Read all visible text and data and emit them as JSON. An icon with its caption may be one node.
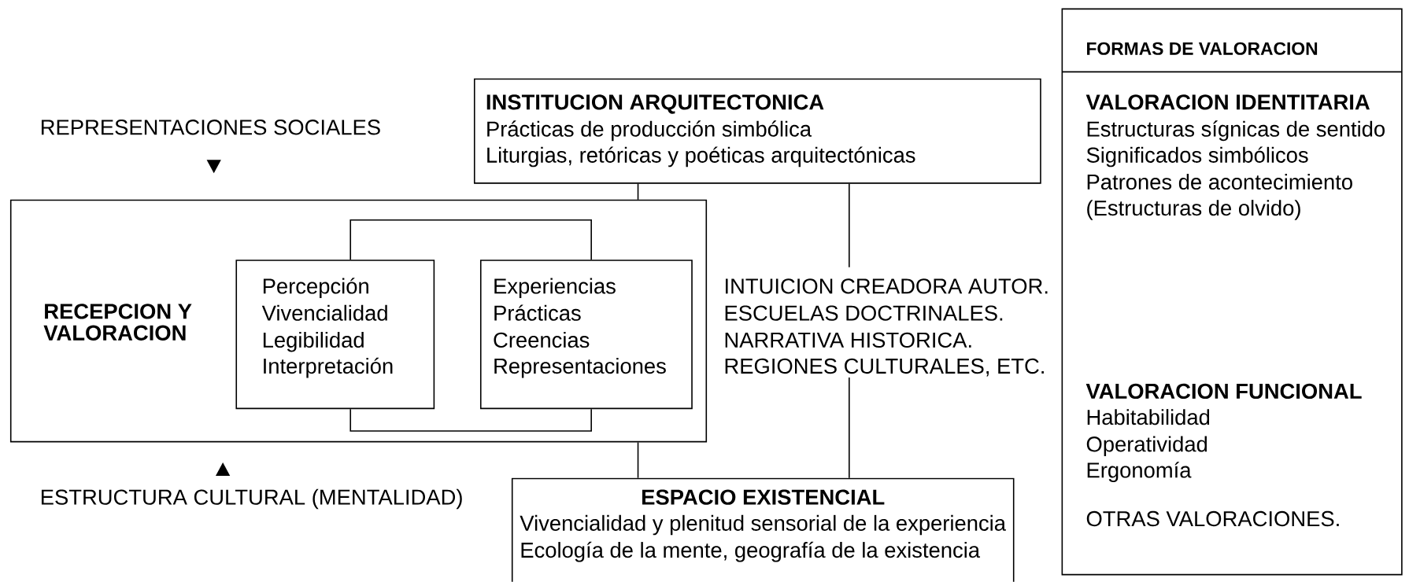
{
  "diagram": {
    "nodes": [
      {
        "text": [
          "INSTITUCION ARQUITECTONICA",
          "Prácticas de producción simbólica",
          "Liturgias, retóricas y poéticas arquitectónicas"
        ]
      },
      {
        "text": [
          "RECEPCION  Y VALORACION"
        ]
      },
      {
        "text": [
          "Percepción",
          "Vivencialidad",
          "Legibilidad",
          "Interpretación"
        ],
        "in": 1
      },
      {
        "text": [
          "Experiencias",
          "Prácticas",
          "Creencias",
          "Representaciones"
        ],
        "in": 1
      },
      {
        "text": [
          "INTUICION CREADORA AUTOR.",
          "ESCUELAS DOCTRINALES.",
          "NARRATIVA HISTORICA.",
          "REGIONES CULTURALES, ETC."
        ]
      },
      {
        "text": [
          "ESPACIO EXISTENCIAL",
          "Vivencialidad y plenitud sensorial de la experiencia",
          "Ecología de la mente, geografía de la existencia"
        ]
      },
      {
        "text": [
          "FORMAS DE VALORACION",
          "VALORACION IDENTITARIA",
          "Estructuras sígnicas de sentido",
          "Significados simbólicos",
          "Patrones de acontecimiento",
          "(Estructuras de olvido)",
          "VALORACION FUNCIONAL",
          "Habitabilidad",
          "Operatividad",
          "Ergonomía",
          "OTRAS VALORACIONES."
        ]
      }
    ],
    "edges": [
      {
        "from": 0,
        "to": 1,
        "arrow": "none"
      },
      {
        "from": 0,
        "to": 4,
        "arrow": "none"
      },
      {
        "from": 4,
        "to": 5,
        "arrow": "none"
      },
      {
        "from": 1,
        "to": 5,
        "arrow": "none"
      },
      {
        "from": 2,
        "to": 3,
        "arrow": "none"
      },
      {
        "from": 2,
        "to": 3,
        "arrow": "none"
      }
    ],
    "labels": [
      "REPRESENTACIONES SOCIALES",
      "ESTRUCTURA CULTURAL  (MENTALIDAD)"
    ]
  }
}
